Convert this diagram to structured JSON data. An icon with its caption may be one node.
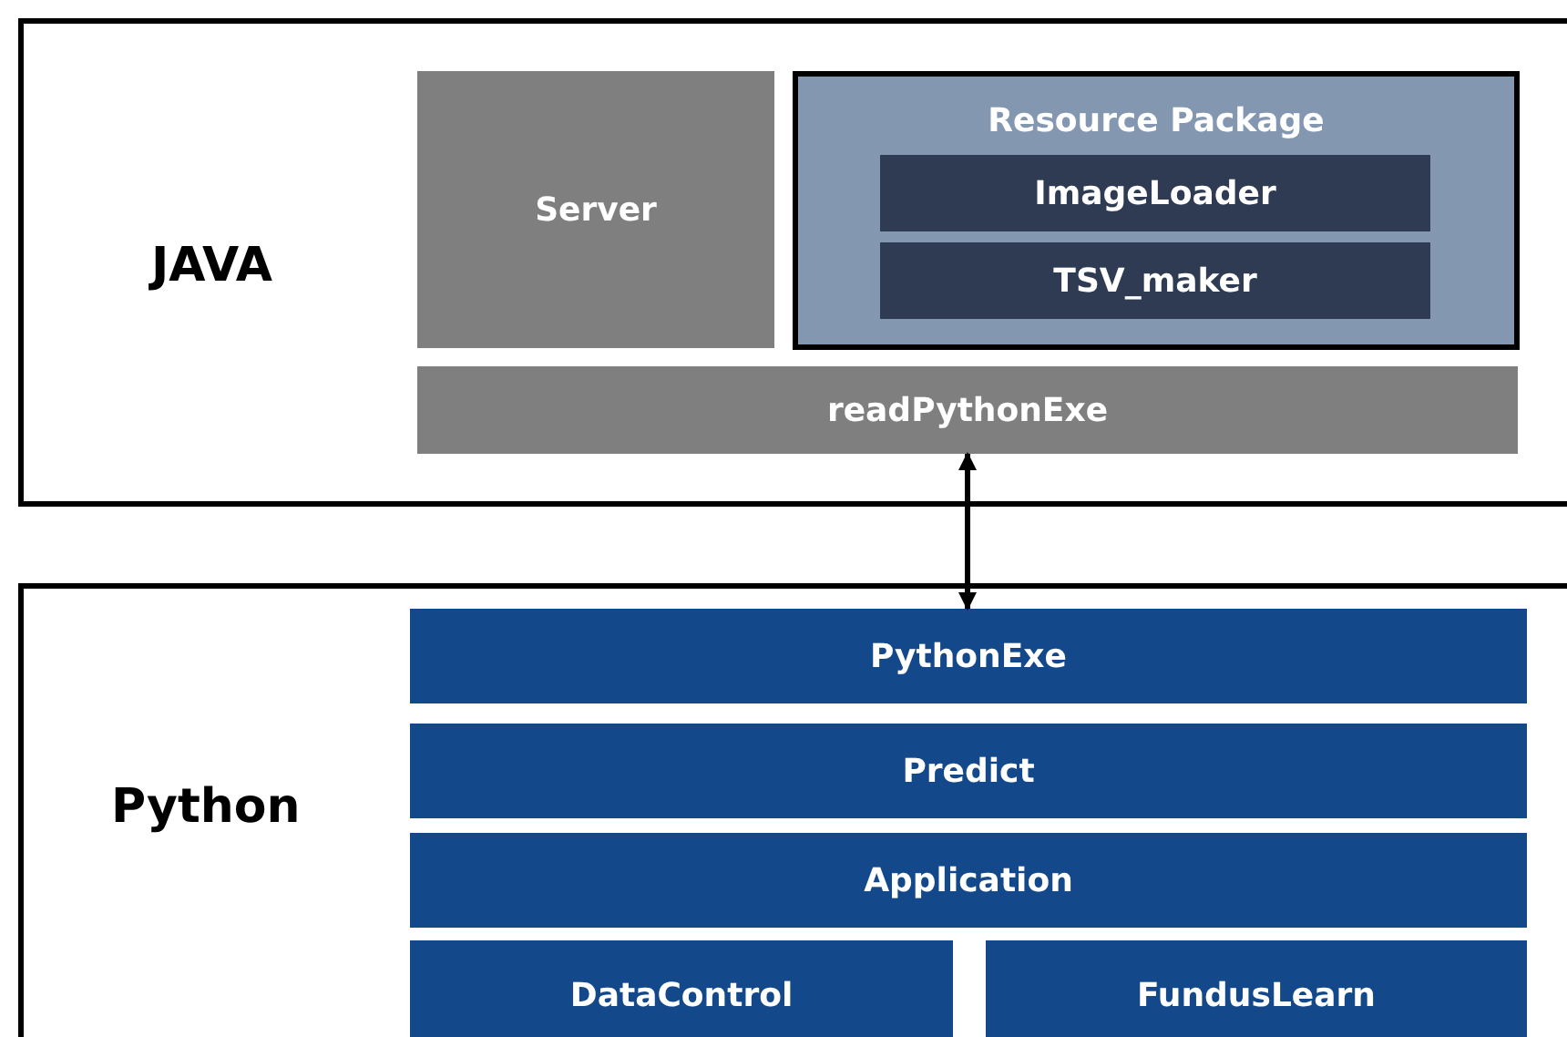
{
  "diagram": {
    "nodes": [
      {
        "text": [
          "JAVA"
        ]
      },
      {
        "text": [
          "Server"
        ],
        "in": 0
      },
      {
        "text": [
          "Resource Package"
        ],
        "in": 0
      },
      {
        "text": [
          "ImageLoader"
        ],
        "in": 2
      },
      {
        "text": [
          "TSV_maker"
        ],
        "in": 2
      },
      {
        "text": [
          "readPythonExe"
        ],
        "in": 0
      },
      {
        "text": [
          "Python"
        ]
      },
      {
        "text": [
          "PythonExe"
        ],
        "in": 6
      },
      {
        "text": [
          "Predict"
        ],
        "in": 6
      },
      {
        "text": [
          "Application"
        ],
        "in": 6
      },
      {
        "text": [
          "DataControl"
        ],
        "in": 6
      },
      {
        "text": [
          "FundusLearn"
        ],
        "in": 6
      }
    ],
    "edges": [
      {
        "from": 5,
        "to": 7,
        "arrow": "both"
      }
    ]
  }
}
